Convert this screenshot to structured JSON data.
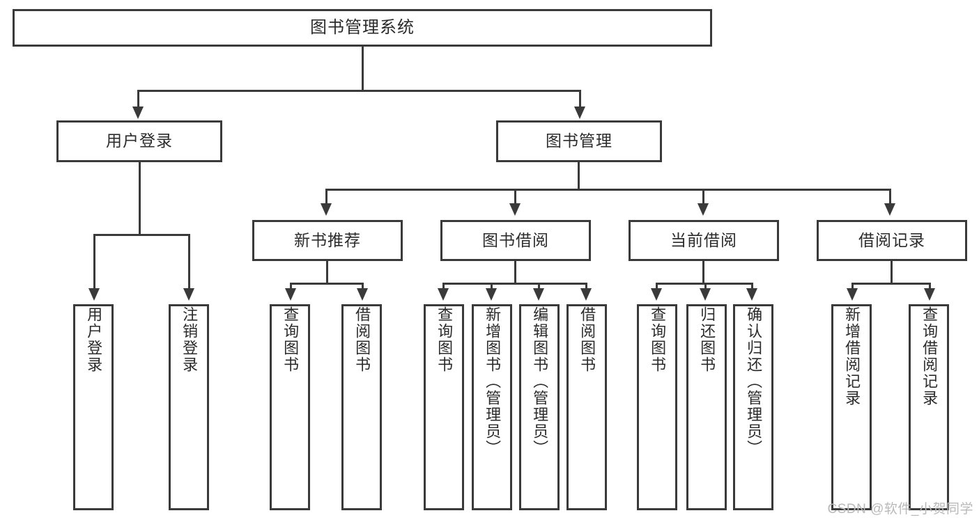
{
  "diagram": {
    "type": "tree",
    "title": "图书管理系统",
    "colors": {
      "background": "#ffffff",
      "border": "#3a3a3a",
      "text": "#2b2b2b",
      "watermark": "#b9b9b9"
    },
    "root": {
      "label": "图书管理系统"
    },
    "level2": [
      {
        "label": "用户登录"
      },
      {
        "label": "图书管理"
      }
    ],
    "level3": [
      {
        "label": "新书推荐"
      },
      {
        "label": "图书借阅"
      },
      {
        "label": "当前借阅"
      },
      {
        "label": "借阅记录"
      }
    ],
    "leaves": {
      "user_login": [
        {
          "label": "用户登录"
        },
        {
          "label": "注销登录"
        }
      ],
      "new_book": [
        {
          "label": "查询图书"
        },
        {
          "label": "借阅图书"
        }
      ],
      "book_borrow": [
        {
          "label": "查询图书"
        },
        {
          "label": "新增图书（管理员）"
        },
        {
          "label": "编辑图书（管理员）"
        },
        {
          "label": "借阅图书"
        }
      ],
      "current_borrow": [
        {
          "label": "查询图书"
        },
        {
          "label": "归还图书"
        },
        {
          "label": "确认归还（管理员）"
        }
      ],
      "borrow_record": [
        {
          "label": "新增借阅记录"
        },
        {
          "label": "查询借阅记录"
        }
      ]
    }
  },
  "watermark": {
    "text": "CSDN @软件_小贺同学"
  }
}
